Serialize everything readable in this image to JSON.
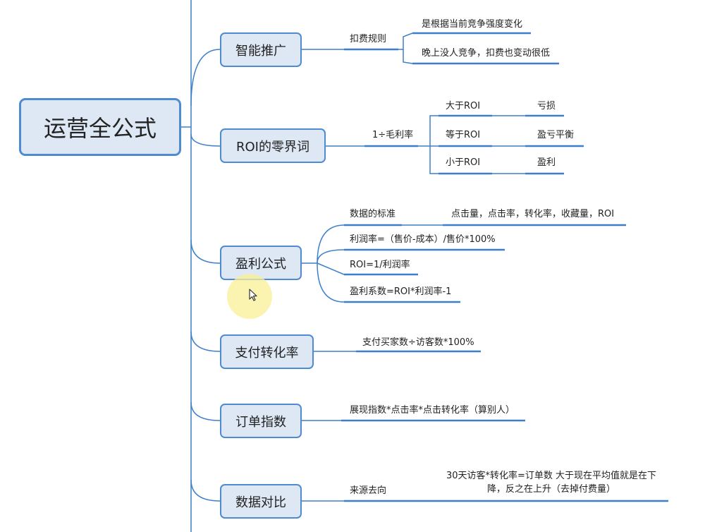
{
  "title": "运营全公式",
  "colors": {
    "node_fill": "#dde8f4",
    "node_border": "#4f8bd0",
    "line": "#3f7fc9",
    "highlight": "#f6ec96"
  },
  "branches": [
    {
      "label": "智能推广",
      "child": "扣费规则",
      "leaves": [
        "是根据当前竞争强度变化",
        "晚上没人竞争，扣费也变动很低"
      ]
    },
    {
      "label": "ROI的零界词",
      "child": "1÷毛利率",
      "rows": [
        {
          "label": "大于ROI",
          "result": "亏损"
        },
        {
          "label": "等于ROI",
          "result": "盈亏平衡"
        },
        {
          "label": "小于ROI",
          "result": "盈利"
        }
      ]
    },
    {
      "label": "盈利公式",
      "items": [
        "数据的标准",
        "利润率=（售价-成本）/售价*100%",
        "ROI=1/利润率",
        "盈利系数=ROI*利润率-1"
      ],
      "standard_detail": "点击量，点击率，转化率，收藏量，ROI"
    },
    {
      "label": "支付转化率",
      "child": "支付买家数÷访客数*100%"
    },
    {
      "label": "订单指数",
      "child": "展现指数*点击率*点击转化率（算别人）"
    },
    {
      "label": "数据对比",
      "child": "来源去向",
      "detail_line1": "30天访客*转化率=订单数  大于现在平均值就是在下",
      "detail_line2": "降，反之在上升（去掉付费量）"
    }
  ]
}
